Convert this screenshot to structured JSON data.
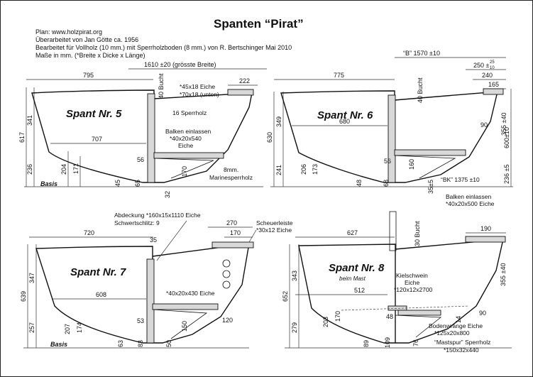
{
  "title": "Spanten “Pirat”",
  "info": [
    "Plan: www.holzpirat.org",
    "Überarbeitet von Jan Götte ca. 1956",
    "Bearbeitet für Vollholz (10 mm.) mit Sperrholzboden (8 mm.) von R. Bertschinger Mai 2010",
    "Maße in mm. (*Breite x Dicke x Länge)"
  ],
  "common": {
    "basis": "Basis"
  },
  "frame5": {
    "label": "Spant Nr. 5",
    "dims": [
      "795",
      "1610 ±20 (grösste Breite)",
      "222",
      "40 Bucht",
      "707",
      "617",
      "341",
      "236",
      "204",
      "171",
      "56",
      "45",
      "65",
      "170",
      "32"
    ],
    "notes": [
      "*45x18 Eiche",
      "*70x18 (unten)",
      "16 Sperrholz",
      "Balken einlassen",
      "*40x20x540",
      "Eiche",
      "8mm.",
      "Marinesperrholz"
    ]
  },
  "frame6": {
    "label": "Spant Nr. 6",
    "dims": [
      "775",
      "“B” 1570 ±10",
      "250 ±",
      "25",
      "10",
      "240",
      "165",
      "40 Bucht",
      "680",
      "630",
      "349",
      "241",
      "206",
      "173",
      "355 ±40",
      "600±10",
      "236 ±5",
      "90",
      "160",
      "56",
      "48",
      "68",
      "35±5"
    ],
    "notes": [
      "“BK” 1375 ±10",
      "Balken einlassen",
      "*40x20x500 Eiche"
    ]
  },
  "frame7": {
    "label": "Spant Nr. 7",
    "dims": [
      "720",
      "35",
      "270",
      "170",
      "608",
      "639",
      "347",
      "257",
      "207",
      "174",
      "63",
      "53",
      "83",
      "150",
      "50",
      "120"
    ],
    "notes": [
      "Abdeckung *160x15x1110 Eiche",
      "Schwertschlitz: 9",
      "Scheuerleiste",
      "*30x12 Eiche",
      "*40x20x430 Eiche"
    ]
  },
  "frame8": {
    "label": "Spant Nr. 8",
    "sublabel": "beim Mast",
    "dims": [
      "627",
      "30 Bucht",
      "190",
      "512",
      "652",
      "343",
      "279",
      "203",
      "170",
      "355 ±40",
      "48",
      "89",
      "109",
      "76",
      "90",
      "14"
    ],
    "notes": [
      "Kielschwein",
      "Eiche",
      "*120x12x2700",
      "Bodenwrange Eiche",
      "*125x20x800",
      "“Mastspur” Sperrholz",
      "*150x32x440"
    ]
  }
}
